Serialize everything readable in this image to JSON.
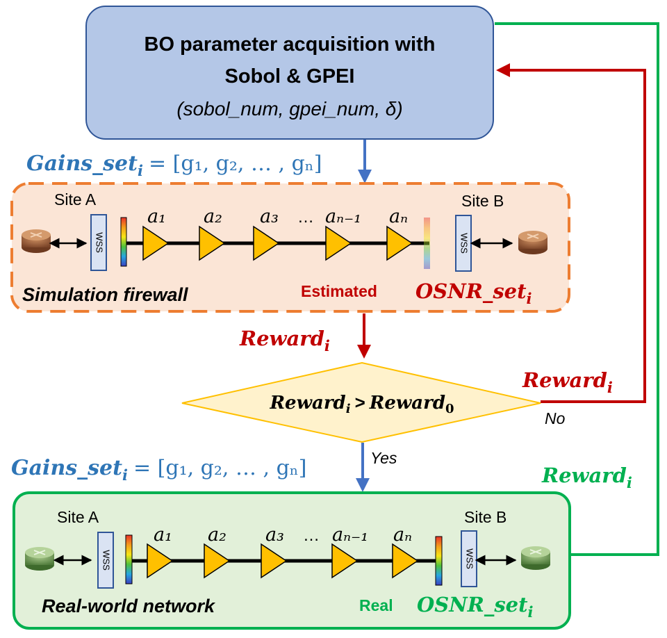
{
  "bo_box": {
    "title_line1": "BO parameter acquisition with",
    "title_line2": "Sobol & GPEI",
    "params": "(sobol_num, gpei_num, δ)"
  },
  "gains_top": {
    "lhs": "Gains_set",
    "sub": "i",
    "rhs": "= [g₁, g₂, … , gₙ]"
  },
  "gains_bottom": {
    "lhs": "Gains_set",
    "sub": "i",
    "rhs": "= [g₁, g₂, … , gₙ]"
  },
  "sim_panel": {
    "site_a": "Site A",
    "site_b": "Site B",
    "wss_label": "WSS",
    "amps": [
      "a₁",
      "a₂",
      "a₃",
      "…",
      "aₙ₋₁",
      "aₙ"
    ],
    "name": "Simulation firewall",
    "osnr_prefix": "Estimated",
    "osnr_main": "OSNR_set",
    "osnr_sub": "i"
  },
  "real_panel": {
    "site_a": "Site A",
    "site_b": "Site B",
    "wss_label": "WSS",
    "amps": [
      "a₁",
      "a₂",
      "a₃",
      "…",
      "aₙ₋₁",
      "aₙ"
    ],
    "name": "Real-world network",
    "osnr_prefix": "Real",
    "osnr_main": "OSNR_set",
    "osnr_sub": "i"
  },
  "reward_mid": {
    "main": "Reward",
    "sub": "i"
  },
  "reward_right_red": {
    "main": "Reward",
    "sub": "i"
  },
  "reward_right_green": {
    "main": "Reward",
    "sub": "i"
  },
  "decision": {
    "left_main": "Reward",
    "left_sub": "i",
    "op": ">",
    "right_main": "Reward",
    "right_sub": "0"
  },
  "branch_no": "No",
  "branch_yes": "Yes",
  "colors": {
    "bo_fill": "#b4c7e7",
    "bo_stroke": "#2f5597",
    "sim_fill": "#fbe5d6",
    "sim_stroke": "#ed7d31",
    "real_fill": "#e2f0d9",
    "real_stroke": "#00b050",
    "gains_blue": "#2e75b6",
    "reward_red": "#c00000",
    "reward_green": "#00b050",
    "arrow_blue": "#4472c4",
    "decision_fill": "#fff2cc",
    "decision_stroke": "#ffc000",
    "amp_fill": "#ffc000"
  }
}
